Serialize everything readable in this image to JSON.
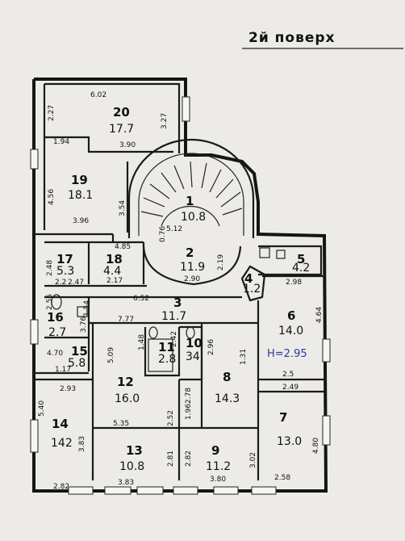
{
  "title": "2й поверх",
  "height_note": "H=2.95",
  "rooms": [
    {
      "id": "20",
      "area": "17.7"
    },
    {
      "id": "19",
      "area": "18.1"
    },
    {
      "id": "1",
      "area": "10.8"
    },
    {
      "id": "2",
      "area": "11.9"
    },
    {
      "id": "18",
      "area": "4.4"
    },
    {
      "id": "17",
      "area": "5.3"
    },
    {
      "id": "5",
      "area": "4.2"
    },
    {
      "id": "4",
      "area": "1.2"
    },
    {
      "id": "3",
      "area": "11.7"
    },
    {
      "id": "16",
      "area": "2.7"
    },
    {
      "id": "15",
      "area": "5.8"
    },
    {
      "id": "6",
      "area": "14.0"
    },
    {
      "id": "11",
      "area": "2.8"
    },
    {
      "id": "10",
      "area": "34"
    },
    {
      "id": "12",
      "area": "16.0"
    },
    {
      "id": "8",
      "area": "14.3"
    },
    {
      "id": "7",
      "area": "13.0"
    },
    {
      "id": "14",
      "area": "142"
    },
    {
      "id": "13",
      "area": "10.8"
    },
    {
      "id": "9",
      "area": "11.2"
    }
  ],
  "dimensions": [
    "6.02",
    "2.27",
    "3.27",
    "1.94",
    "3.90",
    "4.56",
    "3.54",
    "3.96",
    "5.12",
    "0.76",
    "2.19",
    "4.85",
    "2.48",
    "2.2",
    "2.47",
    "2.17",
    "2.90",
    "2.98",
    "6.52",
    "2.55",
    "1.54",
    "7.77",
    "3.76",
    "4.64",
    "1.48",
    "2.42",
    "2.96",
    "5.09",
    "4.70",
    "1.17",
    "2.5",
    "2.93",
    "2.49",
    "2.78",
    "5.40",
    "1.31",
    "1.96",
    "2.52",
    "5.35",
    "3.83",
    "2.82",
    "2.81",
    "3.02",
    "4.80",
    "3.83",
    "3.80",
    "2.58",
    "2.82"
  ]
}
